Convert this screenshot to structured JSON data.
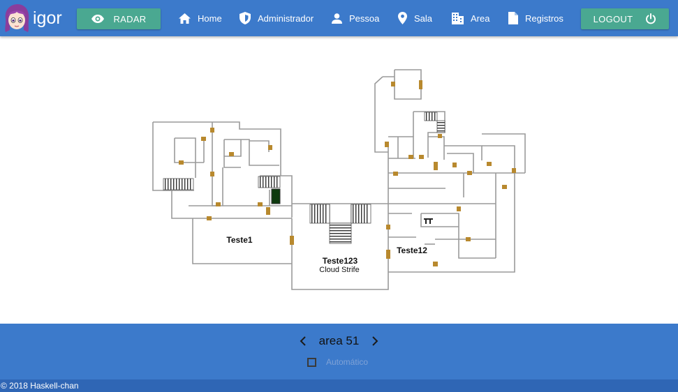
{
  "brand": {
    "name": "igor"
  },
  "header": {
    "radar_label": "RADAR",
    "nav": [
      {
        "label": "Home",
        "icon": "home-icon"
      },
      {
        "label": "Administrador",
        "icon": "shield-icon"
      },
      {
        "label": "Pessoa",
        "icon": "person-icon"
      },
      {
        "label": "Sala",
        "icon": "map-pin-icon"
      },
      {
        "label": "Area",
        "icon": "building-icon"
      },
      {
        "label": "Registros",
        "icon": "document-icon"
      }
    ],
    "logout_label": "LOGOUT"
  },
  "map": {
    "rooms": [
      {
        "label": "Teste1"
      },
      {
        "label": "Teste123",
        "sublabel": "Cloud Strife"
      },
      {
        "label": "Teste12"
      }
    ]
  },
  "area_nav": {
    "name": "area 51",
    "auto_label": "Automático",
    "auto_checked": false
  },
  "footer": {
    "text": "© 2018 Haskell-chan"
  },
  "colors": {
    "header": "#3c7acb",
    "button": "#4aa891",
    "footer": "#2f66b5",
    "door": "#b8892e",
    "wall": "#999999"
  }
}
